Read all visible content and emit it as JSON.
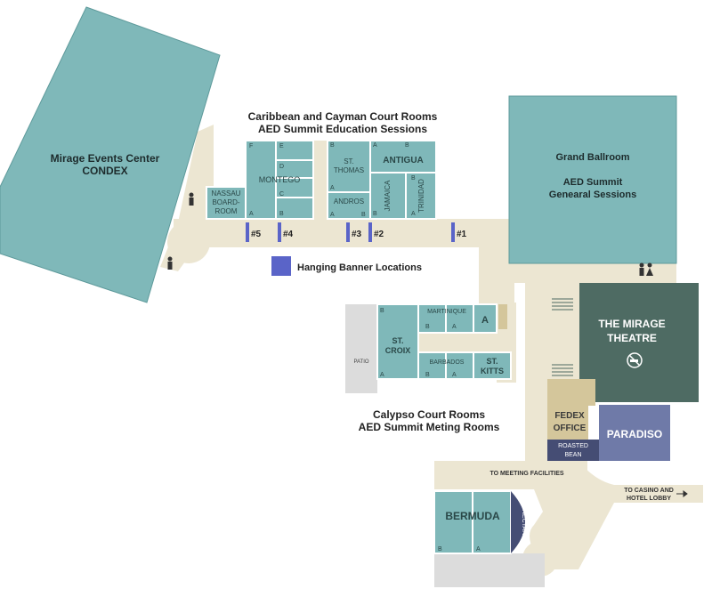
{
  "colors": {
    "room": "#7fb8b9",
    "room_stroke": "#5e9a9b",
    "corridor": "#ece6d2",
    "theatre": "#4e6b63",
    "paradiso": "#6f7aa8",
    "roasted_bean": "#454d74",
    "fedex": "#d4c69b",
    "patio": "#dcdcdc",
    "banner": "#5a64c8"
  },
  "events_center": {
    "line1": "Mirage Events Center",
    "line2": "CONDEX"
  },
  "caribbean": {
    "heading_line1": "Caribbean and Cayman Court Rooms",
    "heading_line2": "AED Summit Education Sessions",
    "rooms": {
      "nassau_line1": "NASSAU",
      "nassau_line2": "BOARD-",
      "nassau_line3": "ROOM",
      "montego": "MONTEGO",
      "st_thomas_line1": "ST.",
      "st_thomas_line2": "THOMAS",
      "antigua": "ANTIGUA",
      "andros": "ANDROS",
      "jamaica": "JAMAICA",
      "trinidad": "TRINIDAD"
    },
    "sections": {
      "montego": [
        "F",
        "E",
        "D",
        "C",
        "A",
        "B"
      ],
      "st_thomas": [
        "B",
        "A"
      ],
      "antigua": [
        "A",
        "B"
      ],
      "andros": [
        "A",
        "B"
      ],
      "jamaica": [
        "B"
      ],
      "trinidad": [
        "B",
        "A"
      ]
    }
  },
  "banners": {
    "markers": [
      "#5",
      "#4",
      "#3",
      "#2",
      "#1"
    ],
    "legend": "Hanging Banner Locations"
  },
  "ballroom": {
    "line1": "Grand Ballroom",
    "line2": "AED Summit",
    "line3": "Genearal Sessions"
  },
  "theatre": {
    "line1": "THE MIRAGE",
    "line2": "THEATRE"
  },
  "calypso": {
    "heading_line1": "Calypso Court Rooms",
    "heading_line2": "AED Summit Meting Rooms",
    "rooms": {
      "martinique": "MARTINIQUE",
      "a_room": "A",
      "st_croix_line1": "ST.",
      "st_croix_line2": "CROIX",
      "barbados": "BARBADOS",
      "st_kitts_line1": "ST.",
      "st_kitts_line2": "KITTS",
      "patio": "PATIO"
    },
    "sections": {
      "martinique": [
        "B",
        "A"
      ],
      "st_croix": [
        "B",
        "A"
      ],
      "barbados": [
        "B",
        "A"
      ]
    }
  },
  "fedex": {
    "line1": "FEDEX",
    "line2": "OFFICE"
  },
  "roasted_bean": {
    "line1": "ROASTED",
    "line2": "BEAN"
  },
  "paradiso": "PARADISO",
  "meeting_facilities": "TO MEETING FACILITIES",
  "casino": {
    "line1": "TO CASINO AND",
    "line2": "HOTEL LOBBY"
  },
  "bermuda": {
    "label": "BERMUDA",
    "sections": [
      "B",
      "A"
    ],
    "nectar": "NECTAR"
  }
}
